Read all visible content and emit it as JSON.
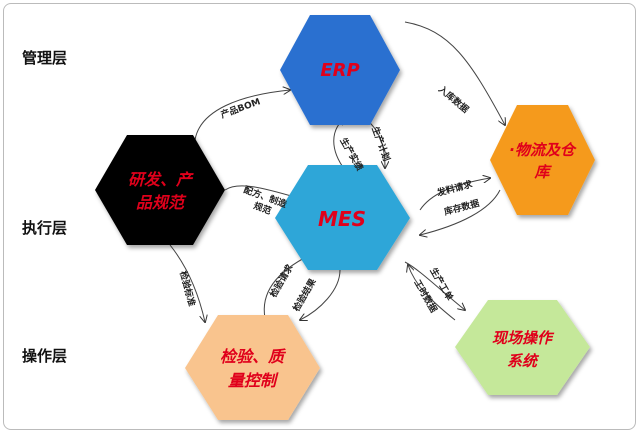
{
  "layers": [
    "管理层",
    "执行层",
    "操作层"
  ],
  "nodes": {
    "erp": {
      "label": "ERP",
      "color": "#2a6fd0"
    },
    "rd": {
      "label1": "研发、产",
      "label2": "品规范",
      "color": "#000000"
    },
    "mes": {
      "label": "MES",
      "color": "#2ea6d8"
    },
    "logistics": {
      "label1": "·物流及仓",
      "label2": "库",
      "color": "#f59a1c"
    },
    "qc": {
      "label1": "检验、质",
      "label2": "量控制",
      "color": "#f9c48e"
    },
    "field": {
      "label1": "现场操作",
      "label2": "系统",
      "color": "#c5e89a"
    }
  },
  "flows": {
    "bom": "产品BOM",
    "inbound": "入库数据",
    "actual": "生产实绩",
    "plan": "生产计划",
    "recipe1": "配方、制造",
    "recipe2": "规范",
    "issue_req": "发料请求",
    "stock": "库存数据",
    "qc_std": "检验标准",
    "qc_req": "检验请求",
    "qc_result": "检验结果",
    "work_order": "生产工单",
    "hours": "工时数据"
  },
  "text_color": "#e0001b"
}
